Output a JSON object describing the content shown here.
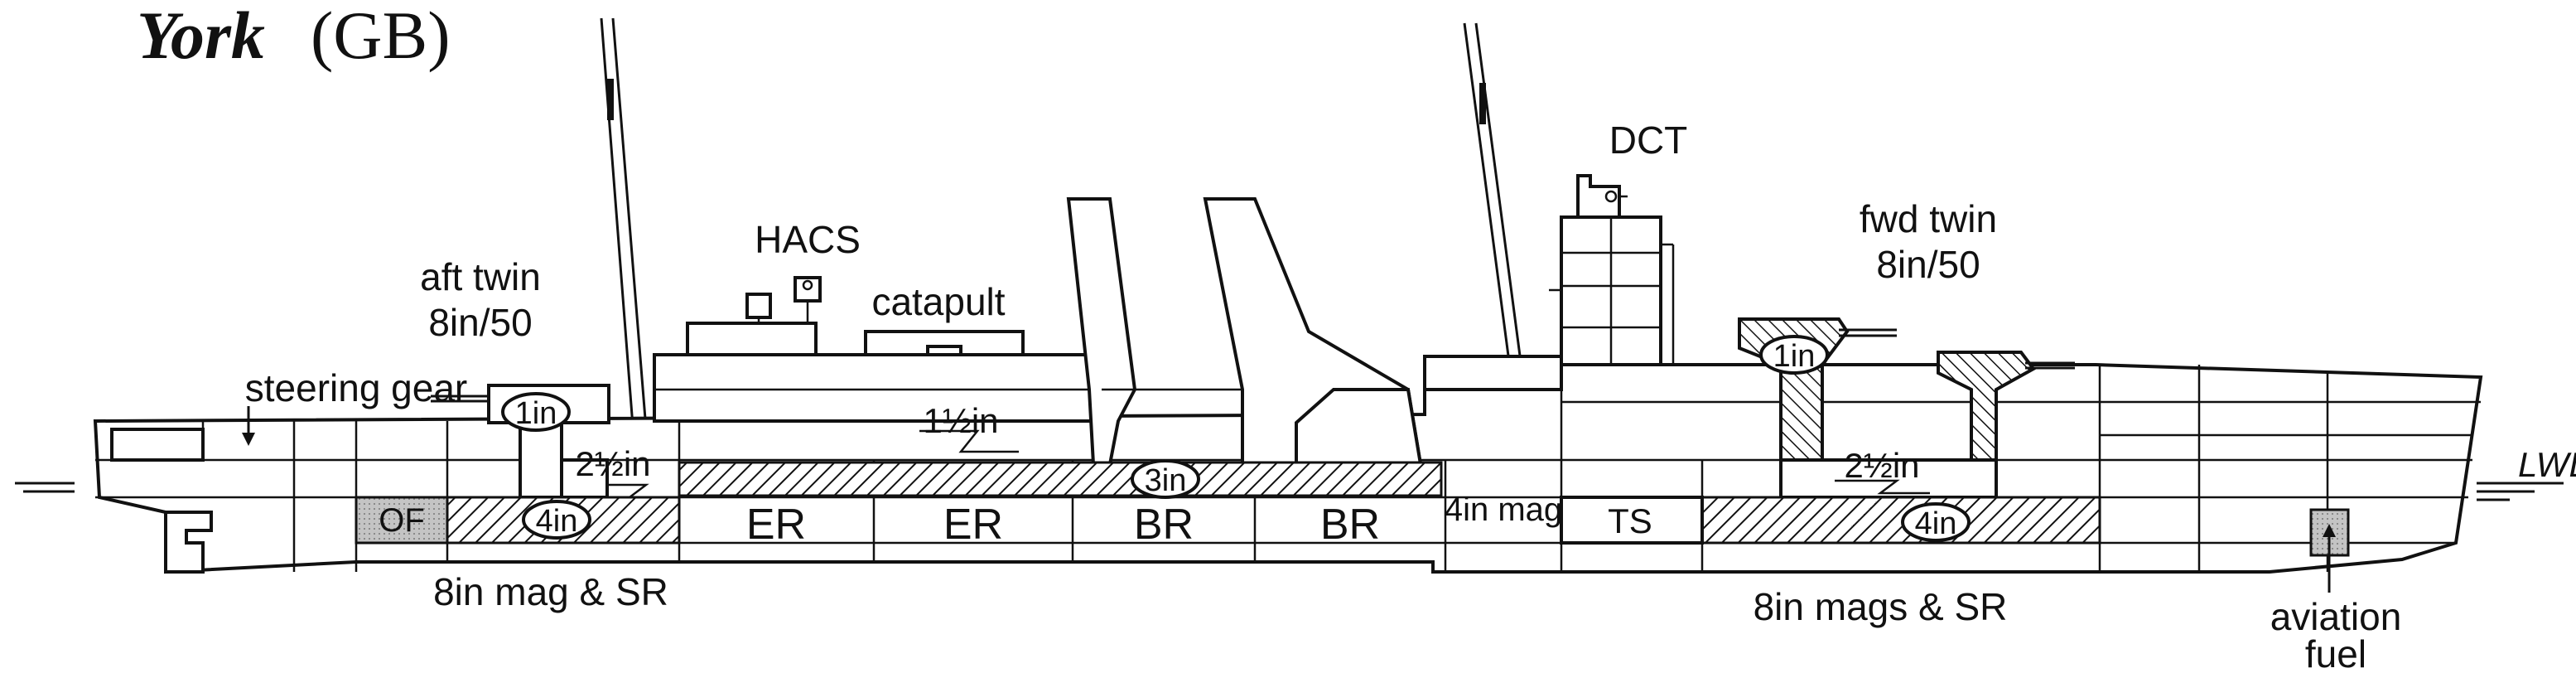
{
  "title": {
    "name": "York",
    "country": "(GB)"
  },
  "labels": {
    "steering_gear": "steering gear",
    "aft_twin_1": "aft twin",
    "aft_twin_2": "8in/50",
    "hacs": "HACS",
    "catapult": "catapult",
    "dct": "DCT",
    "fwd_twin_1": "fwd twin",
    "fwd_twin_2": "8in/50",
    "lwl": "LWL",
    "aft_mag": "8in mag & SR",
    "fwd_mags": "8in mags & SR",
    "aviation_fuel_1": "aviation",
    "aviation_fuel_2": "fuel"
  },
  "armour": {
    "aft_turret": "1in",
    "fwd_turret": "1in",
    "aft_deck": "2½in",
    "fwd_deck": "2½in",
    "upper_deck": "1½in",
    "machinery_belt": "3in",
    "aft_box": "4in",
    "fwd_box": "4in"
  },
  "compartments": {
    "of": "OF",
    "er1": "ER",
    "er2": "ER",
    "br1": "BR",
    "br2": "BR",
    "mag4": "4in mag",
    "ts": "TS"
  },
  "colors": {
    "ink": "#111111",
    "fuel_fill": "#b8b8b8",
    "background": "#ffffff"
  }
}
